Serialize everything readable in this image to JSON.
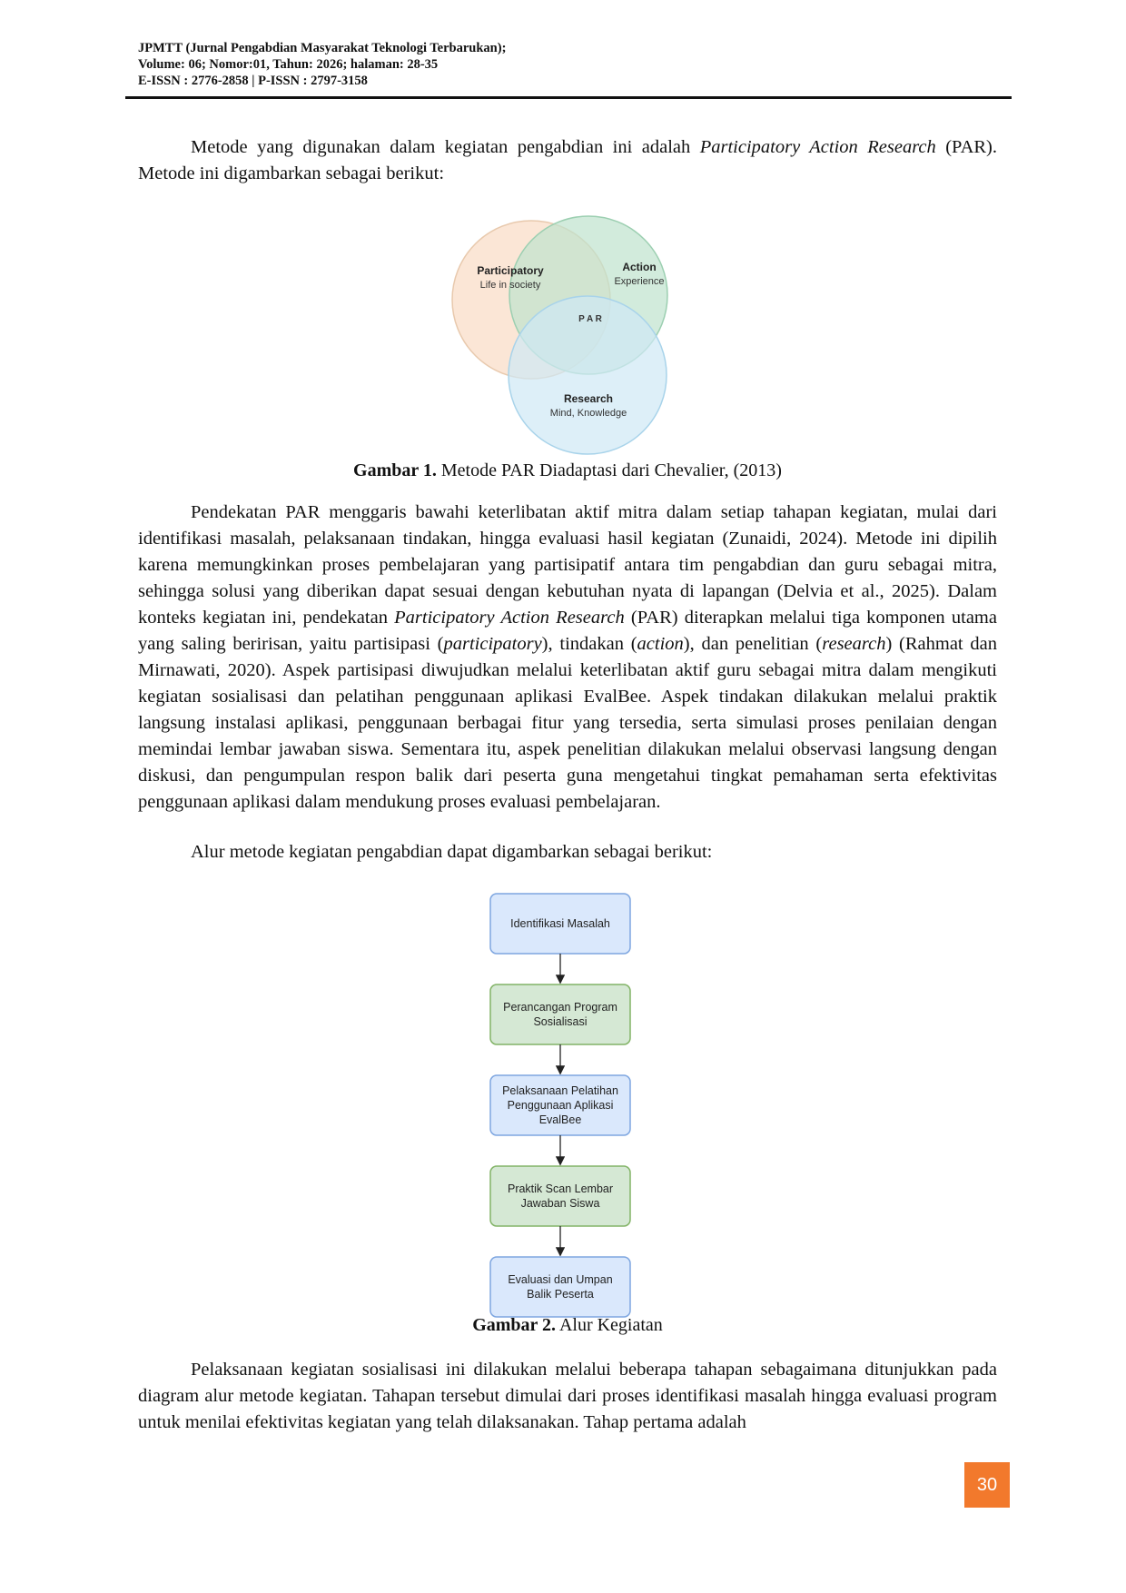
{
  "header": {
    "line1": "JPMTT (Jurnal Pengabdian Masyarakat Teknologi Terbarukan);",
    "line2": "Volume: 06; Nomor:01, Tahun: 2026; halaman: 28-35",
    "line3": "E-ISSN : 2776-2858 | P-ISSN : 2797-3158"
  },
  "intro": {
    "text1": "Metode yang digunakan dalam kegiatan pengabdian ini adalah ",
    "italic": "Participatory Action Research",
    "text2": " (PAR). Metode ini digambarkan sebagai berikut:"
  },
  "venn": {
    "participatory_title": "Participatory",
    "participatory_sub": "Life in society",
    "action_title": "Action",
    "action_sub": "Experience",
    "research_title": "Research",
    "research_sub": "Mind, Knowledge",
    "center": "P A R",
    "colors": {
      "participatory": "#f9dcc4",
      "action": "#bfe3cd",
      "research": "#cfe8f5"
    }
  },
  "figure1_caption": {
    "label": "Gambar 1.",
    "text": " Metode PAR Diadaptasi dari Chevalier, (2013)"
  },
  "paragraph2": {
    "t1": "Pendekatan PAR menggaris bawahi keterlibatan aktif mitra dalam setiap tahapan kegiatan, mulai dari identifikasi masalah, pelaksanaan tindakan, hingga evaluasi hasil kegiatan (Zunaidi, 2024). Metode ini dipilih karena memungkinkan proses pembelajaran yang partisipatif antara tim pengabdian dan guru sebagai mitra, sehingga solusi yang diberikan dapat sesuai dengan kebutuhan nyata di lapangan (Delvia et al., 2025). Dalam konteks kegiatan ini, pendekatan ",
    "i1": "Participatory Action Research",
    "t2": " (PAR) diterapkan melalui tiga komponen utama yang saling beririsan, yaitu partisipasi (",
    "i2": "participatory",
    "t3": "), tindakan (",
    "i3": "action",
    "t4": "), dan penelitian (",
    "i4": "research",
    "t5": ") (Rahmat dan Mirnawati, 2020). Aspek partisipasi diwujudkan melalui keterlibatan aktif guru sebagai mitra dalam mengikuti kegiatan sosialisasi dan pelatihan penggunaan aplikasi EvalBee. Aspek tindakan dilakukan melalui praktik langsung instalasi aplikasi, penggunaan berbagai fitur yang tersedia, serta simulasi proses penilaian dengan memindai lembar jawaban siswa. Sementara itu, aspek penelitian dilakukan melalui observasi langsung dengan diskusi, dan pengumpulan respon balik dari peserta guna mengetahui tingkat pemahaman serta efektivitas penggunaan aplikasi dalam mendukung proses evaluasi pembelajaran."
  },
  "paragraph3": "Alur metode kegiatan pengabdian dapat digambarkan sebagai berikut:",
  "flow": {
    "steps": [
      {
        "lines": [
          "Identifikasi Masalah"
        ],
        "fill": "#dae8fc",
        "stroke": "#7ea6e0"
      },
      {
        "lines": [
          "Perancangan Program",
          "Sosialisasi"
        ],
        "fill": "#d5e8d4",
        "stroke": "#82b366"
      },
      {
        "lines": [
          "Pelaksanaan Pelatihan",
          "Penggunaan Aplikasi",
          "EvalBee"
        ],
        "fill": "#dae8fc",
        "stroke": "#7ea6e0"
      },
      {
        "lines": [
          "Praktik Scan Lembar",
          "Jawaban Siswa"
        ],
        "fill": "#d5e8d4",
        "stroke": "#82b366"
      },
      {
        "lines": [
          "Evaluasi dan Umpan",
          "Balik Peserta"
        ],
        "fill": "#dae8fc",
        "stroke": "#7ea6e0"
      }
    ]
  },
  "figure2_caption": {
    "label": "Gambar 2.",
    "text": " Alur Kegiatan"
  },
  "paragraph4": "Pelaksanaan kegiatan sosialisasi ini dilakukan melalui beberapa tahapan sebagaimana ditunjukkan pada diagram alur metode kegiatan. Tahapan tersebut dimulai dari proses identifikasi masalah hingga evaluasi program untuk menilai efektivitas kegiatan yang telah dilaksanakan. Tahap pertama adalah",
  "page_number": "30"
}
